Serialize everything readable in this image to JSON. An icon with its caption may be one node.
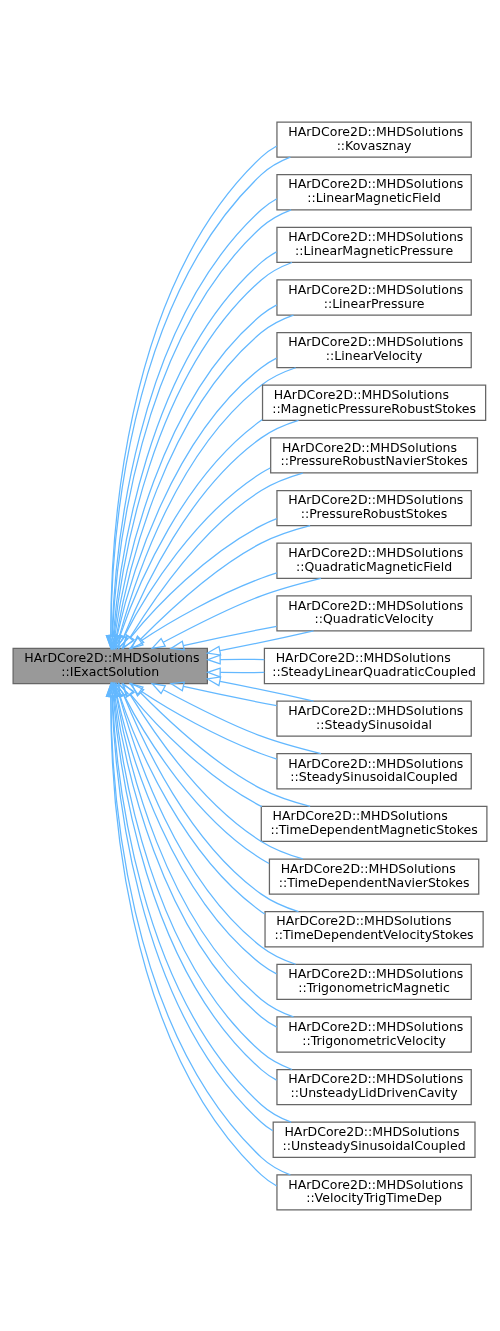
{
  "diagram": {
    "nodes": [
      {
        "text": [
          "HArDCore2D::MHDSolutions ::IExactSolution"
        ]
      },
      {
        "text": [
          "HArDCore2D::MHDSolutions ::Kovasznay"
        ]
      },
      {
        "text": [
          "HArDCore2D::MHDSolutions ::LinearMagneticField"
        ]
      },
      {
        "text": [
          "HArDCore2D::MHDSolutions ::LinearMagneticPressure"
        ]
      },
      {
        "text": [
          "HArDCore2D::MHDSolutions ::LinearPressure"
        ]
      },
      {
        "text": [
          "HArDCore2D::MHDSolutions ::LinearVelocity"
        ]
      },
      {
        "text": [
          "HArDCore2D::MHDSolutions ::MagneticPressureRobustStokes"
        ]
      },
      {
        "text": [
          "HArDCore2D::MHDSolutions ::PressureRobustNavierStokes"
        ]
      },
      {
        "text": [
          "HArDCore2D::MHDSolutions ::PressureRobustStokes"
        ]
      },
      {
        "text": [
          "HArDCore2D::MHDSolutions ::QuadraticMagneticField"
        ]
      },
      {
        "text": [
          "HArDCore2D::MHDSolutions ::QuadraticVelocity"
        ]
      },
      {
        "text": [
          "HArDCore2D::MHDSolutions ::SteadyLinearQuadraticCoupled"
        ]
      },
      {
        "text": [
          "HArDCore2D::MHDSolutions ::SteadySinusoidal"
        ]
      },
      {
        "text": [
          "HArDCore2D::MHDSolutions ::SteadySinusoidalCoupled"
        ]
      },
      {
        "text": [
          "HArDCore2D::MHDSolutions ::TimeDependentMagneticStokes"
        ]
      },
      {
        "text": [
          "HArDCore2D::MHDSolutions ::TimeDependentNavierStokes"
        ]
      },
      {
        "text": [
          "HArDCore2D::MHDSolutions ::TimeDependentVelocityStokes"
        ]
      },
      {
        "text": [
          "HArDCore2D::MHDSolutions ::TrigonometricMagnetic"
        ]
      },
      {
        "text": [
          "HArDCore2D::MHDSolutions ::TrigonometricVelocity"
        ]
      },
      {
        "text": [
          "HArDCore2D::MHDSolutions ::UnsteadyLidDrivenCavity"
        ]
      },
      {
        "text": [
          "HArDCore2D::MHDSolutions ::UnsteadySinusoidalCoupled"
        ]
      },
      {
        "text": [
          "HArDCore2D::MHDSolutions ::VelocityTrigTimeDep"
        ]
      }
    ],
    "edges": [
      {
        "from": 1,
        "to": 0,
        "arrow": "to"
      },
      {
        "from": 1,
        "to": 0,
        "arrow": "to"
      },
      {
        "from": 2,
        "to": 0,
        "arrow": "to"
      },
      {
        "from": 2,
        "to": 0,
        "arrow": "to"
      },
      {
        "from": 3,
        "to": 0,
        "arrow": "to"
      },
      {
        "from": 3,
        "to": 0,
        "arrow": "to"
      },
      {
        "from": 4,
        "to": 0,
        "arrow": "to"
      },
      {
        "from": 4,
        "to": 0,
        "arrow": "to"
      },
      {
        "from": 5,
        "to": 0,
        "arrow": "to"
      },
      {
        "from": 5,
        "to": 0,
        "arrow": "to"
      },
      {
        "from": 6,
        "to": 0,
        "arrow": "to"
      },
      {
        "from": 6,
        "to": 0,
        "arrow": "to"
      },
      {
        "from": 7,
        "to": 0,
        "arrow": "to"
      },
      {
        "from": 7,
        "to": 0,
        "arrow": "to"
      },
      {
        "from": 8,
        "to": 0,
        "arrow": "to"
      },
      {
        "from": 8,
        "to": 0,
        "arrow": "to"
      },
      {
        "from": 9,
        "to": 0,
        "arrow": "to"
      },
      {
        "from": 9,
        "to": 0,
        "arrow": "to"
      },
      {
        "from": 10,
        "to": 0,
        "arrow": "to"
      },
      {
        "from": 10,
        "to": 0,
        "arrow": "to"
      },
      {
        "from": 11,
        "to": 0,
        "arrow": "to"
      },
      {
        "from": 11,
        "to": 0,
        "arrow": "to"
      },
      {
        "from": 12,
        "to": 0,
        "arrow": "to"
      },
      {
        "from": 12,
        "to": 0,
        "arrow": "to"
      },
      {
        "from": 13,
        "to": 0,
        "arrow": "to"
      },
      {
        "from": 13,
        "to": 0,
        "arrow": "to"
      },
      {
        "from": 14,
        "to": 0,
        "arrow": "to"
      },
      {
        "from": 14,
        "to": 0,
        "arrow": "to"
      },
      {
        "from": 15,
        "to": 0,
        "arrow": "to"
      },
      {
        "from": 15,
        "to": 0,
        "arrow": "to"
      },
      {
        "from": 16,
        "to": 0,
        "arrow": "to"
      },
      {
        "from": 16,
        "to": 0,
        "arrow": "to"
      },
      {
        "from": 17,
        "to": 0,
        "arrow": "to"
      },
      {
        "from": 17,
        "to": 0,
        "arrow": "to"
      },
      {
        "from": 18,
        "to": 0,
        "arrow": "to"
      },
      {
        "from": 18,
        "to": 0,
        "arrow": "to"
      },
      {
        "from": 19,
        "to": 0,
        "arrow": "to"
      },
      {
        "from": 19,
        "to": 0,
        "arrow": "to"
      },
      {
        "from": 20,
        "to": 0,
        "arrow": "to"
      },
      {
        "from": 20,
        "to": 0,
        "arrow": "to"
      },
      {
        "from": 21,
        "to": 0,
        "arrow": "to"
      },
      {
        "from": 21,
        "to": 0,
        "arrow": "to"
      }
    ]
  }
}
